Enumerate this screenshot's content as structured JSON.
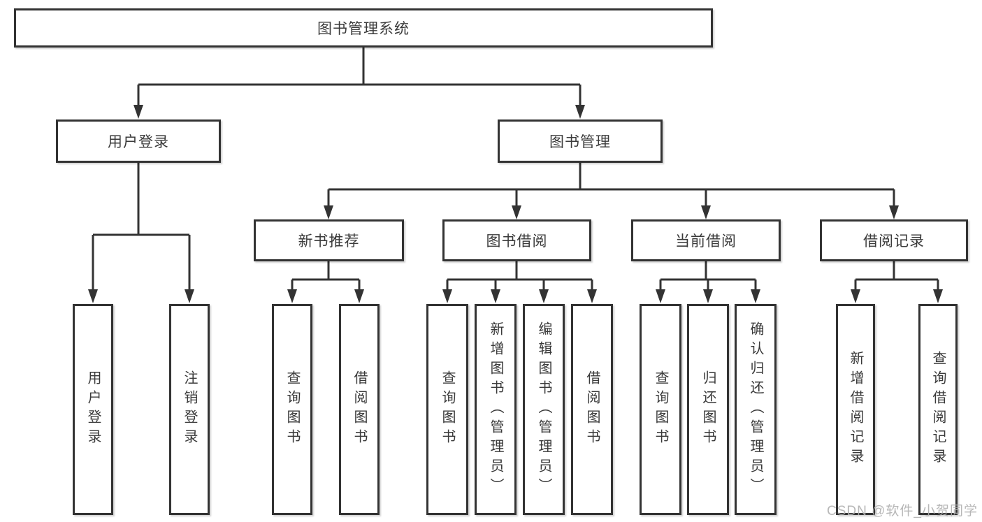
{
  "diagram": {
    "root": {
      "label": "图书管理系统"
    },
    "level2": [
      {
        "label": "用户登录",
        "leaves": [
          "用户登录",
          "注销登录"
        ]
      },
      {
        "label": "图书管理",
        "level3": [
          {
            "label": "新书推荐",
            "leaves": [
              "查询图书",
              "借阅图书"
            ]
          },
          {
            "label": "图书借阅",
            "leaves": [
              "查询图书",
              "新增图书（管理员）",
              "编辑图书（管理员）",
              "借阅图书"
            ]
          },
          {
            "label": "当前借阅",
            "leaves": [
              "查询图书",
              "归还图书",
              "确认归还（管理员）"
            ]
          },
          {
            "label": "借阅记录",
            "leaves": [
              "新增借阅记录",
              "查询借阅记录"
            ]
          }
        ]
      }
    ]
  },
  "watermark": "CSDN @软件_小贺同学",
  "colors": {
    "line": "#333333",
    "text": "#3a3a3a",
    "background": "#ffffff",
    "watermark": "#afafaf"
  }
}
